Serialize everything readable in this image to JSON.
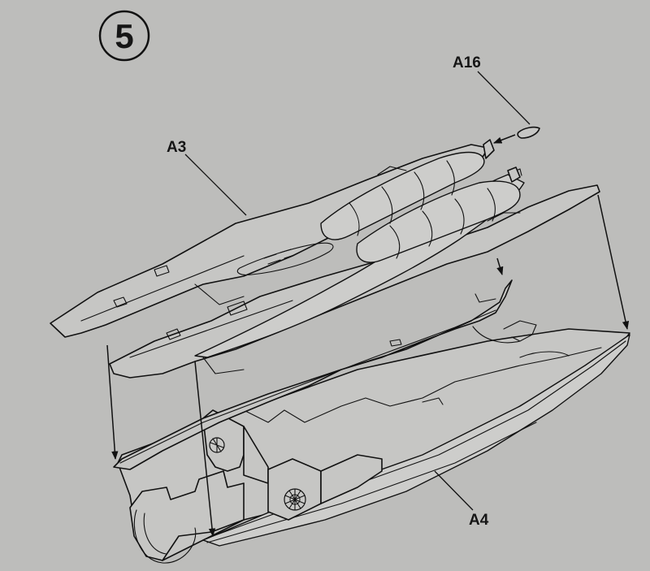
{
  "step": {
    "number": "5"
  },
  "labels": {
    "a16": "A16",
    "a3": "A3",
    "a4": "A4"
  },
  "colors": {
    "paper": "#bdbdbb",
    "ink": "#111111"
  }
}
